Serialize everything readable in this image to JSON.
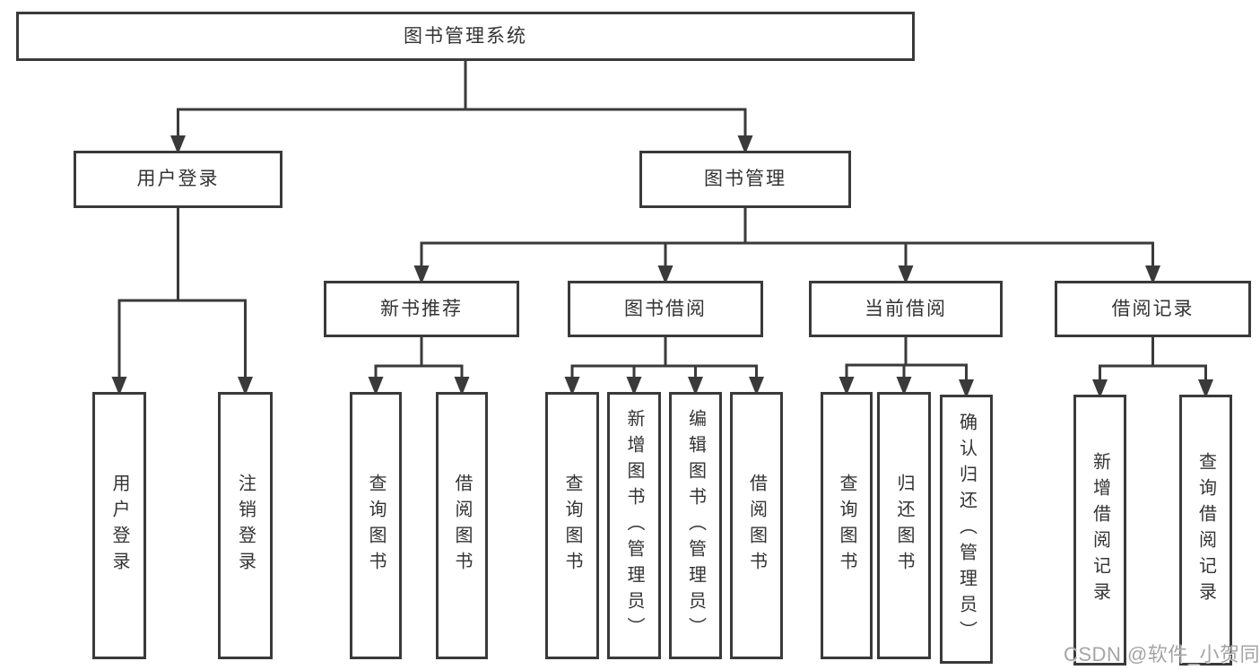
{
  "diagram": {
    "type": "hierarchy-tree",
    "description": "Functional structure diagram of a library management system"
  },
  "colors": {
    "background": "#ffffff",
    "line": "#3a3a3a",
    "text": "#333333",
    "watermark": "#a5a5a5"
  },
  "watermark": {
    "text": "CSDN @软件_小贺同学"
  },
  "nodes": [
    {
      "id": "root",
      "label": "图书管理系统",
      "level": 1,
      "orientation": "horizontal"
    },
    {
      "id": "user-login",
      "label": "用户登录",
      "level": 2,
      "orientation": "horizontal"
    },
    {
      "id": "book-management",
      "label": "图书管理",
      "level": 2,
      "orientation": "horizontal"
    },
    {
      "id": "new-book-recommend",
      "label": "新书推荐",
      "level": 3,
      "orientation": "horizontal"
    },
    {
      "id": "book-borrow",
      "label": "图书借阅",
      "level": 3,
      "orientation": "horizontal"
    },
    {
      "id": "current-borrow",
      "label": "当前借阅",
      "level": 3,
      "orientation": "horizontal"
    },
    {
      "id": "borrow-records",
      "label": "借阅记录",
      "level": 3,
      "orientation": "horizontal"
    },
    {
      "id": "leaf-user-login",
      "label": "用户登录",
      "level": 4,
      "orientation": "vertical"
    },
    {
      "id": "leaf-logout",
      "label": "注销登录",
      "level": 4,
      "orientation": "vertical"
    },
    {
      "id": "leaf-query-books-1",
      "label": "查询图书",
      "level": 4,
      "orientation": "vertical"
    },
    {
      "id": "leaf-borrow-books-1",
      "label": "借阅图书",
      "level": 4,
      "orientation": "vertical"
    },
    {
      "id": "leaf-query-books-2",
      "label": "查询图书",
      "level": 4,
      "orientation": "vertical"
    },
    {
      "id": "leaf-add-books",
      "label": "新增图书（管理员）",
      "level": 4,
      "orientation": "vertical"
    },
    {
      "id": "leaf-edit-books",
      "label": "编辑图书（管理员）",
      "level": 4,
      "orientation": "vertical"
    },
    {
      "id": "leaf-borrow-books-2",
      "label": "借阅图书",
      "level": 4,
      "orientation": "vertical"
    },
    {
      "id": "leaf-query-books-3",
      "label": "查询图书",
      "level": 4,
      "orientation": "vertical"
    },
    {
      "id": "leaf-return-books",
      "label": "归还图书",
      "level": 4,
      "orientation": "vertical"
    },
    {
      "id": "leaf-confirm-return",
      "label": "确认归还（管理员）",
      "level": 4,
      "orientation": "vertical"
    },
    {
      "id": "leaf-add-borrow-record",
      "label": "新增借阅记录",
      "level": 4,
      "orientation": "vertical"
    },
    {
      "id": "leaf-query-borrow-record",
      "label": "查询借阅记录",
      "level": 4,
      "orientation": "vertical"
    }
  ]
}
